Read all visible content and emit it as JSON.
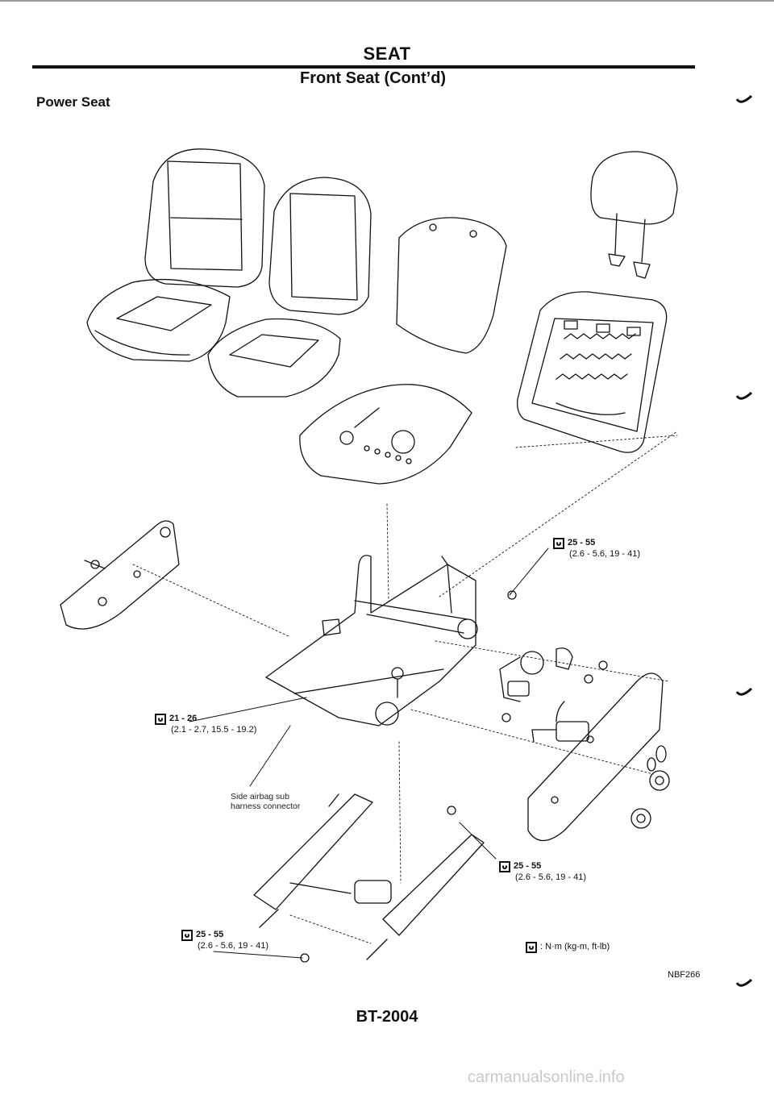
{
  "header": {
    "title": "SEAT",
    "subtitle": "Front Seat (Cont’d)",
    "section": "Power Seat"
  },
  "callouts": {
    "torque_upper_right": {
      "range": "25 - 55",
      "values": "(2.6 - 5.6, 19 - 41)"
    },
    "torque_left": {
      "range": "21 - 26",
      "values": "(2.1 - 2.7, 15.5 - 19.2)"
    },
    "airbag_connector": {
      "line1": "Side airbag sub",
      "line2": "harness connector"
    },
    "torque_lower_right": {
      "range": "25 - 55",
      "values": "(2.6 - 5.6, 19 - 41)"
    },
    "torque_bottom_left": {
      "range": "25 - 55",
      "values": "(2.6 - 5.6, 19 - 41)"
    }
  },
  "legend": {
    "text": ": N·m (kg-m, ft-lb)"
  },
  "figure_id": "NBF266",
  "page_number": "BT-2004",
  "watermark": "carmanualsonline.info",
  "icons": {
    "torque": "torque-wrench-icon",
    "margin_mark": "check-mark-icon"
  },
  "colors": {
    "ink": "#111111",
    "watermark": "#c9c9c9"
  }
}
